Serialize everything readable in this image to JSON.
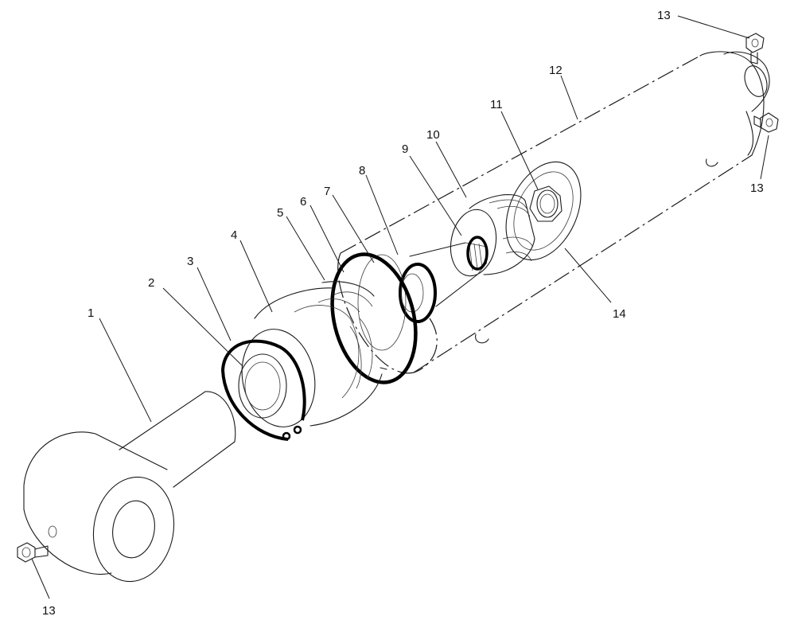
{
  "diagram": {
    "type": "exploded-parts-view",
    "callouts": [
      {
        "id": "c1",
        "label": "1"
      },
      {
        "id": "c2",
        "label": "2"
      },
      {
        "id": "c3",
        "label": "3"
      },
      {
        "id": "c4",
        "label": "4"
      },
      {
        "id": "c5",
        "label": "5"
      },
      {
        "id": "c6",
        "label": "6"
      },
      {
        "id": "c7",
        "label": "7"
      },
      {
        "id": "c8",
        "label": "8"
      },
      {
        "id": "c9",
        "label": "9"
      },
      {
        "id": "c10",
        "label": "10"
      },
      {
        "id": "c11",
        "label": "11"
      },
      {
        "id": "c12",
        "label": "12"
      },
      {
        "id": "c13a",
        "label": "13"
      },
      {
        "id": "c13b",
        "label": "13"
      },
      {
        "id": "c13c",
        "label": "13"
      },
      {
        "id": "c14",
        "label": "14"
      }
    ]
  }
}
